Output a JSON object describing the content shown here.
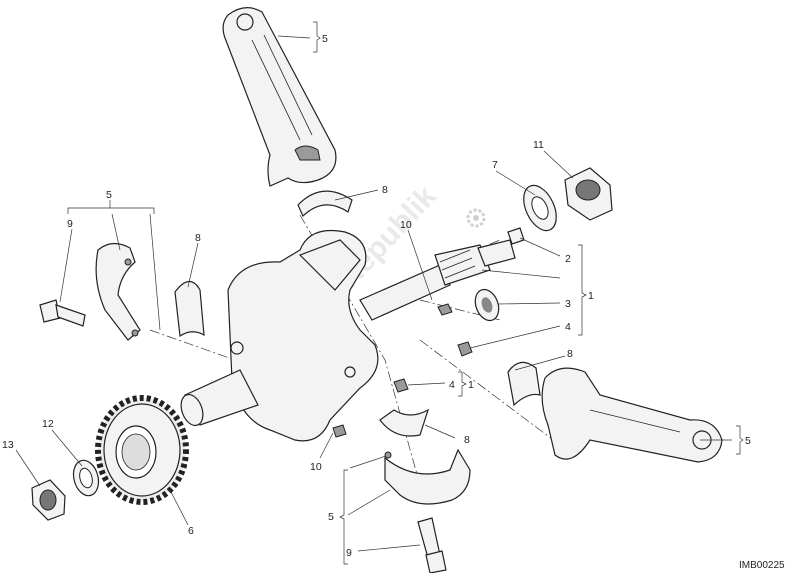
{
  "diagram": {
    "ref_code": "IMB00225",
    "watermark": "PartsRepublik",
    "callouts": [
      "5",
      "8",
      "5",
      "9",
      "8",
      "10",
      "7",
      "11",
      "2",
      "1",
      "3",
      "4",
      "8",
      "4",
      "1",
      "5",
      "12",
      "13",
      "6",
      "10",
      "8",
      "5",
      "9"
    ]
  }
}
